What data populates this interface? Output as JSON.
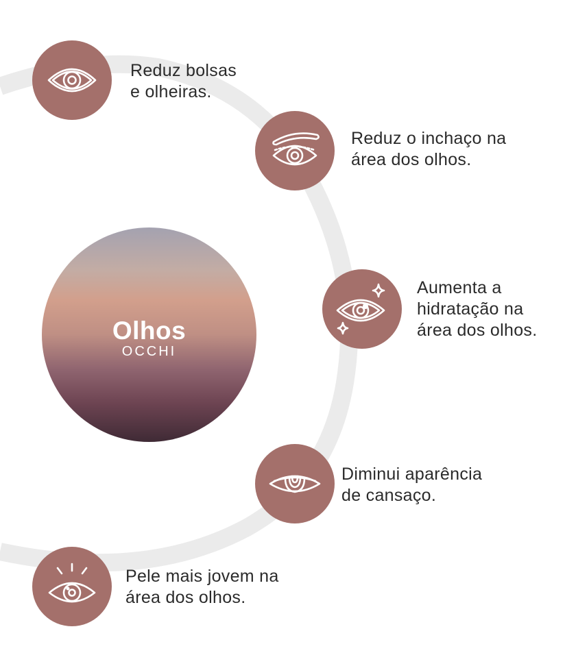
{
  "center": {
    "title": "Olhos",
    "subtitle": "OCCHI"
  },
  "benefits": [
    {
      "icon": "eye-icon",
      "lines": [
        "Reduz bolsas",
        "e olheiras."
      ]
    },
    {
      "icon": "eye-with-eyebrow-icon",
      "lines": [
        "Reduz o inchaço na",
        "área dos olhos."
      ]
    },
    {
      "icon": "sparkling-eye-icon",
      "lines": [
        "Aumenta a",
        "hidratação na",
        "área dos olhos."
      ]
    },
    {
      "icon": "half-closed-eye-icon",
      "lines": [
        "Diminui aparência",
        "de cansaço."
      ]
    },
    {
      "icon": "radiant-eye-icon",
      "lines": [
        "Pele mais jovem na",
        "área dos olhos."
      ]
    }
  ],
  "colors": {
    "icon_circle": "#a4706b",
    "ring": "#ebebeb",
    "text": "#2b2b2b"
  }
}
